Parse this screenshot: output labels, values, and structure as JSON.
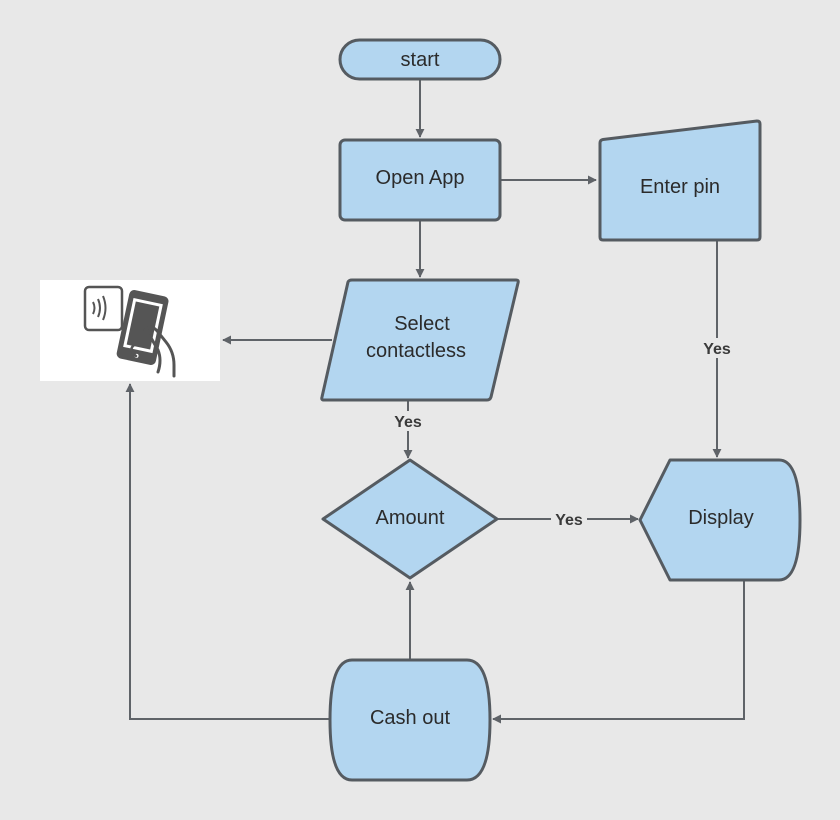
{
  "diagram": {
    "type": "flowchart",
    "nodes": {
      "start": "start",
      "open_app": "Open App",
      "enter_pin": "Enter pin",
      "select_contactless": [
        "Select",
        "contactless"
      ],
      "amount": "Amount",
      "display": "Display",
      "cash_out": "Cash out"
    },
    "edges": [
      {
        "from": "start",
        "to": "open_app",
        "label": ""
      },
      {
        "from": "open_app",
        "to": "enter_pin",
        "label": ""
      },
      {
        "from": "open_app",
        "to": "select_contactless",
        "label": ""
      },
      {
        "from": "select_contactless",
        "to": "contactless_image",
        "label": ""
      },
      {
        "from": "select_contactless",
        "to": "amount",
        "label": "Yes"
      },
      {
        "from": "enter_pin",
        "to": "display",
        "label": "Yes"
      },
      {
        "from": "amount",
        "to": "display",
        "label": "Yes"
      },
      {
        "from": "display",
        "to": "cash_out",
        "label": ""
      },
      {
        "from": "cash_out",
        "to": "amount",
        "label": ""
      },
      {
        "from": "cash_out",
        "to": "contactless_image",
        "label": ""
      }
    ],
    "labels": {
      "select_to_amount": "Yes",
      "pin_to_display": "Yes",
      "amount_to_display": "Yes"
    },
    "image": {
      "icon": "contactless-phone-payment-icon"
    },
    "colors": {
      "background": "#e8e8e8",
      "node_fill": "#b3d6f0",
      "node_stroke": "#555b61",
      "edge": "#5f6368"
    }
  }
}
